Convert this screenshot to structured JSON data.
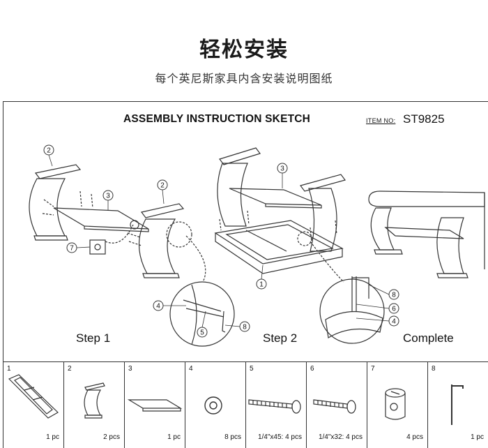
{
  "header": {
    "title": "轻松安装",
    "subtitle": "每个英尼斯家具内含安装说明图纸"
  },
  "sheet": {
    "title": "ASSEMBLY INSTRUCTION SKETCH",
    "item_label": "ITEM NO:",
    "item_no": "ST9825",
    "steps": [
      "Step 1",
      "Step 2",
      "Complete"
    ],
    "callouts": {
      "step1": [
        "2",
        "3",
        "2",
        "7",
        "4",
        "5",
        "8"
      ],
      "step2": [
        "3",
        "1",
        "8",
        "6",
        "4"
      ]
    }
  },
  "parts": [
    {
      "num": "1",
      "qty": "1 pc"
    },
    {
      "num": "2",
      "qty": "2 pcs"
    },
    {
      "num": "3",
      "qty": "1 pc"
    },
    {
      "num": "4",
      "qty": "8 pcs"
    },
    {
      "num": "5",
      "qty": "1/4\"x45: 4 pcs"
    },
    {
      "num": "6",
      "qty": "1/4\"x32: 4 pcs"
    },
    {
      "num": "7",
      "qty": "4 pcs"
    },
    {
      "num": "8",
      "qty": "1 pc"
    }
  ]
}
